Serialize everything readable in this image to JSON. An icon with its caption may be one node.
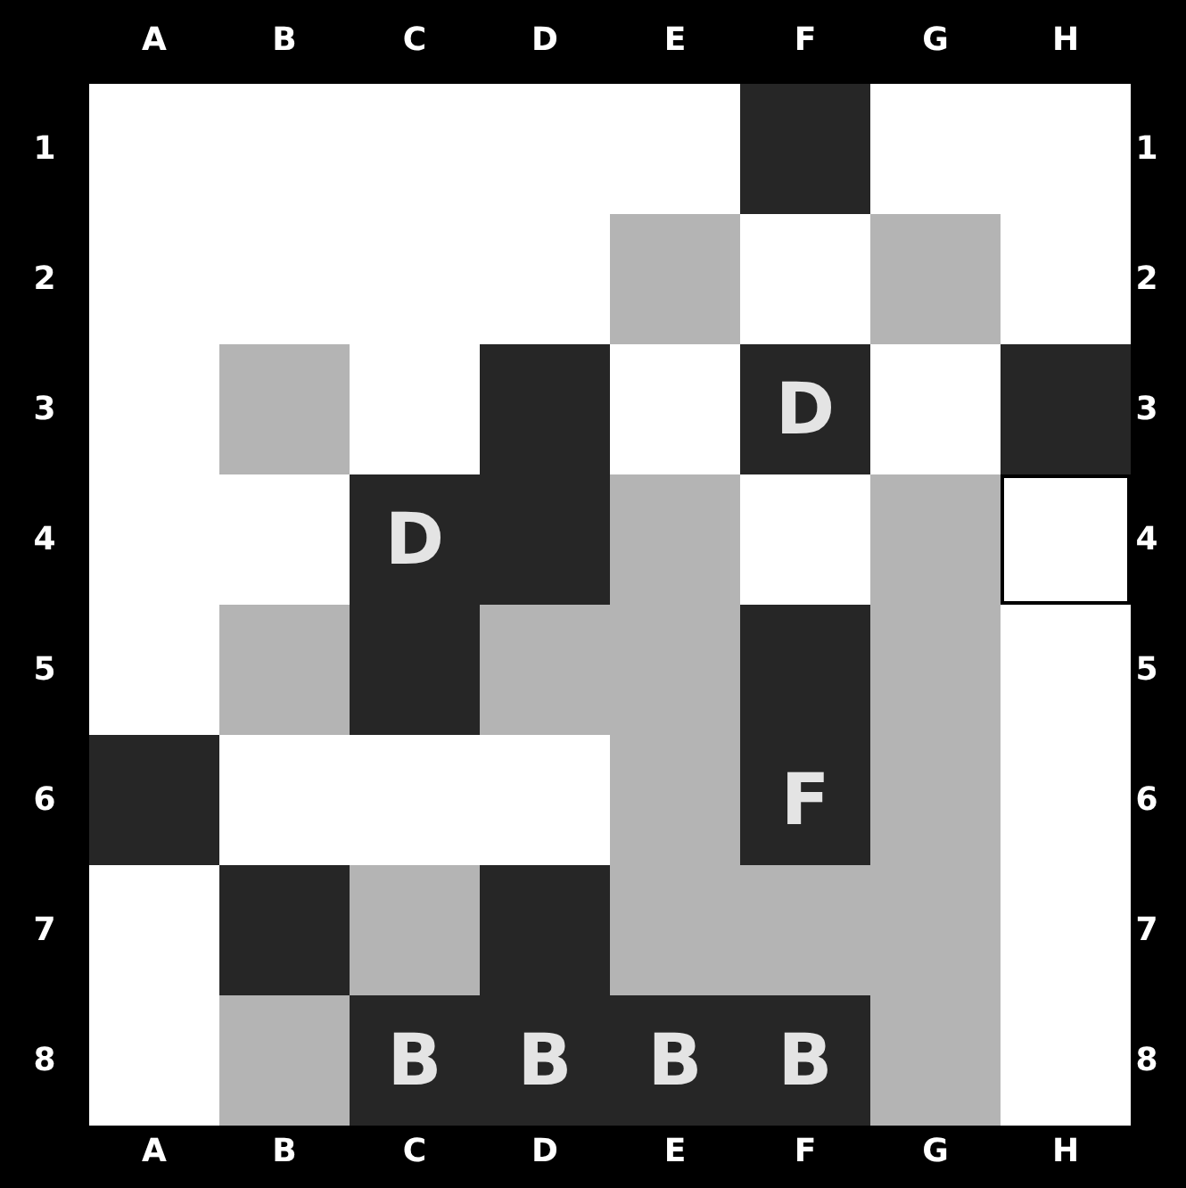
{
  "diagram": {
    "nodes": [
      {
        "text": [],
        "shape": "box"
      },
      {
        "text": [],
        "shape": "box"
      },
      {
        "text": [],
        "shape": "box"
      },
      {
        "text": [],
        "shape": "box"
      },
      {
        "text": [],
        "shape": "box"
      },
      {
        "text": [],
        "shape": "box"
      },
      {
        "text": [],
        "shape": "box"
      },
      {
        "text": [],
        "shape": "box"
      },
      {
        "text": [],
        "shape": "box"
      },
      {
        "text": [],
        "shape": "box"
      },
      {
        "text": [],
        "shape": "box"
      },
      {
        "text": [],
        "shape": "box"
      },
      {
        "text": [],
        "shape": "box"
      },
      {
        "text": [],
        "shape": "box"
      },
      {
        "text": [],
        "shape": "box"
      },
      {
        "text": [],
        "shape": "box"
      },
      {
        "text": [],
        "shape": "box"
      },
      {
        "text": [],
        "shape": "box"
      },
      {
        "text": [],
        "shape": "box"
      },
      {
        "text": [],
        "shape": "box"
      },
      {
        "text": [],
        "shape": "box"
      },
      {
        "text": [
          "D"
        ]
      },
      {
        "text": [],
        "shape": "box"
      },
      {
        "text": [],
        "shape": "box"
      },
      {
        "text": [],
        "shape": "box"
      },
      {
        "text": [],
        "shape": "box"
      },
      {
        "text": [
          "D"
        ]
      },
      {
        "text": [],
        "shape": "box"
      },
      {
        "text": [],
        "shape": "box"
      },
      {
        "text": [],
        "shape": "box"
      },
      {
        "text": [],
        "shape": "box"
      },
      {
        "text": [],
        "shape": "box"
      },
      {
        "text": [],
        "shape": "box"
      },
      {
        "text": [],
        "shape": "box"
      },
      {
        "text": [],
        "shape": "box"
      },
      {
        "text": [],
        "shape": "box"
      },
      {
        "text": [],
        "shape": "box"
      },
      {
        "text": [],
        "shape": "box"
      },
      {
        "text": [],
        "shape": "box"
      },
      {
        "text": [],
        "shape": "box"
      },
      {
        "text": [],
        "shape": "box"
      },
      {
        "text": [],
        "shape": "box"
      },
      {
        "text": [],
        "shape": "box"
      },
      {
        "text": [],
        "shape": "box"
      },
      {
        "text": [],
        "shape": "box"
      },
      {
        "text": [
          "F"
        ]
      },
      {
        "text": [],
        "shape": "box"
      },
      {
        "text": [],
        "shape": "box"
      },
      {
        "text": [],
        "shape": "box"
      },
      {
        "text": [],
        "shape": "box"
      },
      {
        "text": [],
        "shape": "box"
      },
      {
        "text": [],
        "shape": "box"
      },
      {
        "text": [],
        "shape": "box"
      },
      {
        "text": [],
        "shape": "box"
      },
      {
        "text": [],
        "shape": "box"
      },
      {
        "text": [],
        "shape": "box"
      },
      {
        "text": [],
        "shape": "box"
      },
      {
        "text": [],
        "shape": "box"
      },
      {
        "text": [
          "B"
        ]
      },
      {
        "text": [
          "B"
        ]
      },
      {
        "text": [
          "B"
        ]
      },
      {
        "text": [
          "B"
        ]
      },
      {
        "text": [],
        "shape": "box"
      },
      {
        "text": [],
        "shape": "box"
      }
    ],
    "labels": [
      "A",
      "B",
      "C",
      "D",
      "E",
      "F",
      "G",
      "H",
      "1",
      "1",
      "2",
      "2",
      "3",
      "3",
      "4",
      "4",
      "5",
      "5",
      "6",
      "6",
      "7",
      "7",
      "8",
      "8",
      "A",
      "B",
      "C",
      "D",
      "E",
      "F",
      "G",
      "H"
    ]
  }
}
